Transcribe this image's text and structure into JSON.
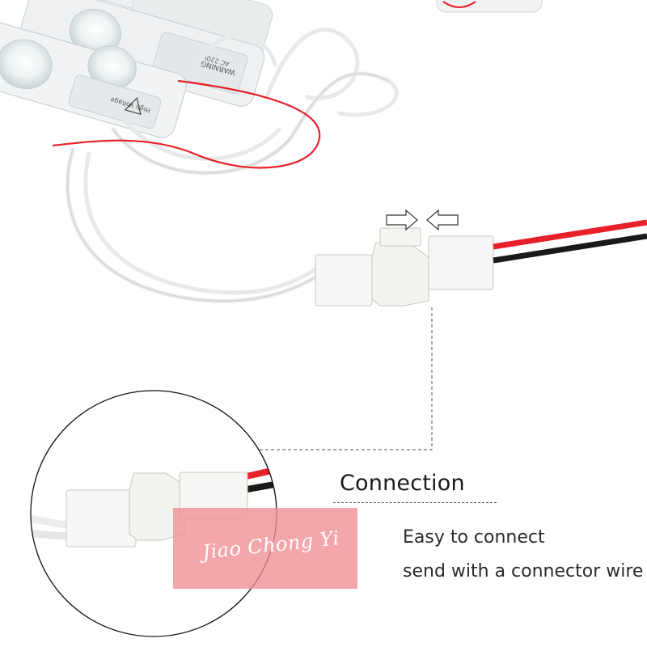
{
  "module_labels": {
    "warning": "WARNING",
    "high_voltage": "High Voltage",
    "voltage_rating": "AC 220V"
  },
  "caption": {
    "heading": "Connection",
    "line1": "Easy to connect",
    "line2": "send with a connector wire"
  },
  "watermark": {
    "text": "Jiao Chong Yi"
  },
  "colors": {
    "red_wire": "#e8202a",
    "black_wire": "#1a1a1a",
    "white_wire": "#f4f4f4",
    "watermark_bg": "#f08e94"
  }
}
